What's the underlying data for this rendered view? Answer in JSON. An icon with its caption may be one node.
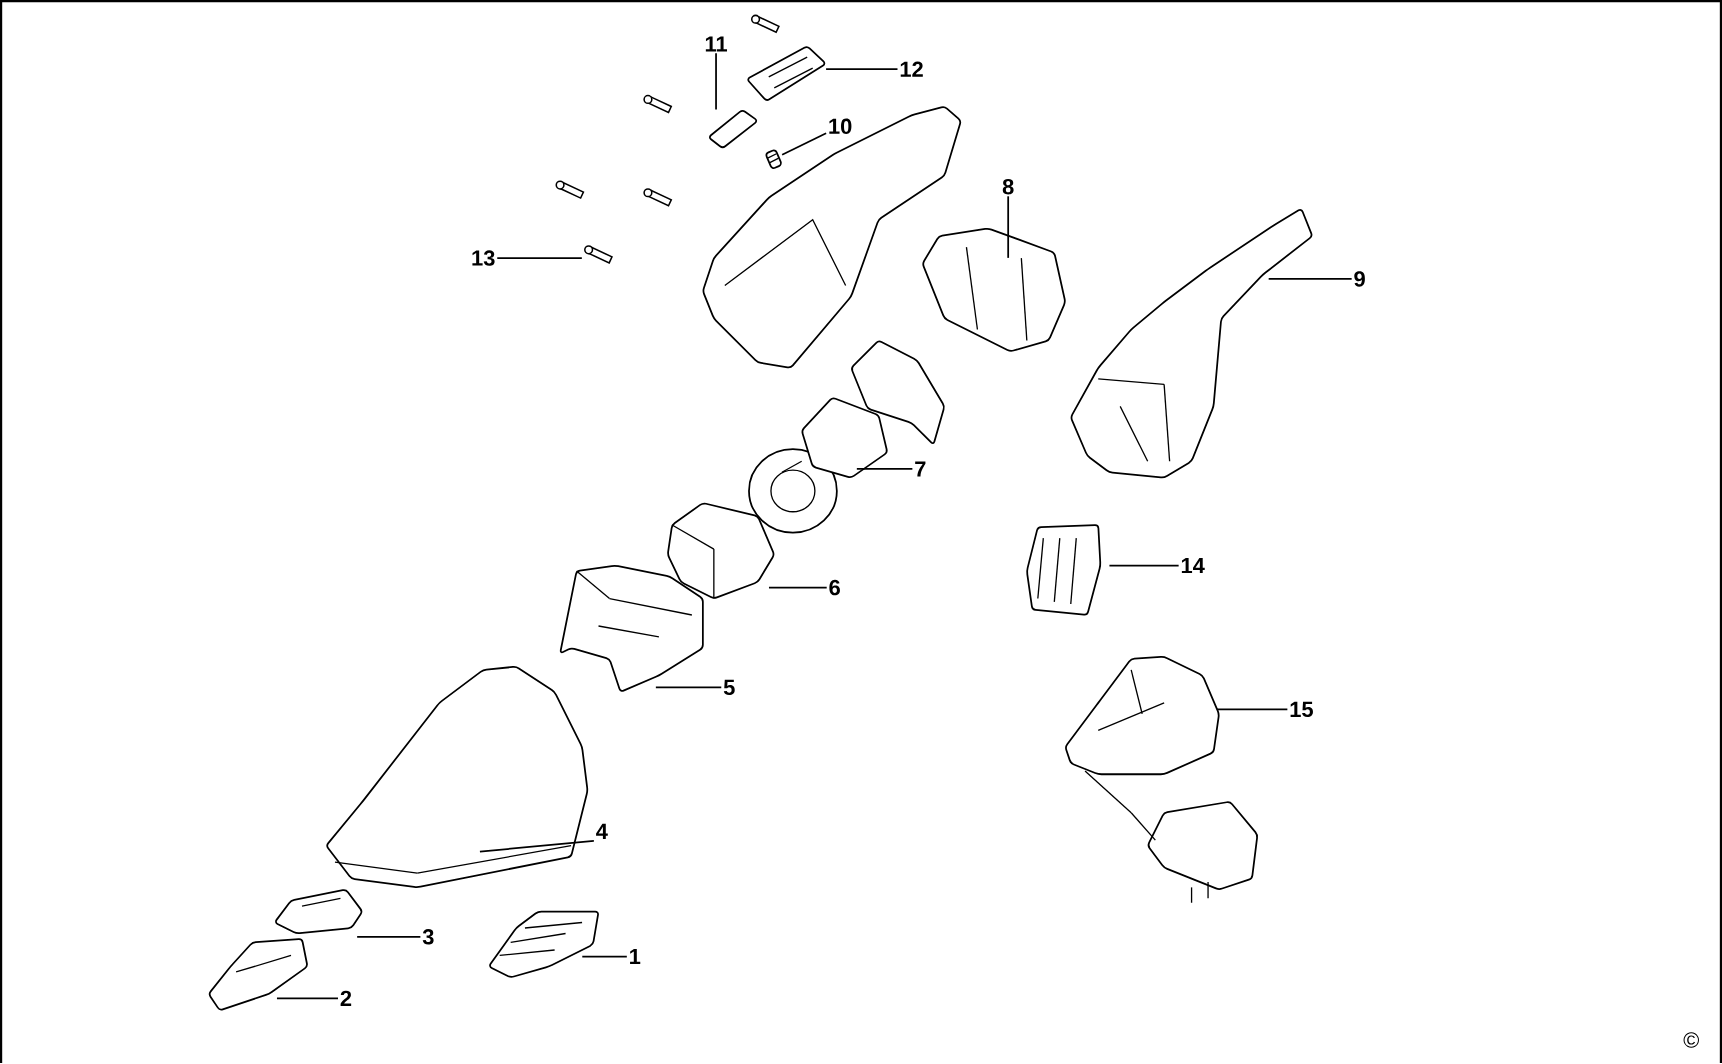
{
  "diagram": {
    "nodes": [
      {
        "text": [
          "11"
        ]
      },
      {
        "text": [],
        "shape": "picture"
      },
      {
        "text": [
          "12"
        ]
      },
      {
        "text": [],
        "shape": "picture"
      },
      {
        "text": [
          "10"
        ]
      },
      {
        "text": [],
        "shape": "picture"
      },
      {
        "text": [
          "13"
        ]
      },
      {
        "text": [],
        "shape": "picture"
      },
      {
        "text": [
          "8"
        ]
      },
      {
        "text": [],
        "shape": "picture"
      },
      {
        "text": [
          "9"
        ]
      },
      {
        "text": [],
        "shape": "picture"
      },
      {
        "text": [
          "7"
        ]
      },
      {
        "text": [],
        "shape": "picture"
      },
      {
        "text": [
          "14"
        ]
      },
      {
        "text": [],
        "shape": "picture"
      },
      {
        "text": [
          "6"
        ]
      },
      {
        "text": [],
        "shape": "picture"
      },
      {
        "text": [
          "5"
        ]
      },
      {
        "text": [],
        "shape": "picture"
      },
      {
        "text": [
          "15"
        ]
      },
      {
        "text": [],
        "shape": "picture"
      },
      {
        "text": [
          "4"
        ]
      },
      {
        "text": [],
        "shape": "picture"
      },
      {
        "text": [
          "3"
        ]
      },
      {
        "text": [],
        "shape": "picture"
      },
      {
        "text": [
          "1"
        ]
      },
      {
        "text": [],
        "shape": "picture"
      },
      {
        "text": [
          "2"
        ]
      },
      {
        "text": [],
        "shape": "picture"
      }
    ],
    "edges": [
      {
        "from": 0,
        "to": 1,
        "arrow": "none"
      },
      {
        "from": 2,
        "to": 3,
        "arrow": "none"
      },
      {
        "from": 4,
        "to": 5,
        "arrow": "none"
      },
      {
        "from": 6,
        "to": 7,
        "arrow": "none"
      },
      {
        "from": 8,
        "to": 9,
        "arrow": "none"
      },
      {
        "from": 10,
        "to": 11,
        "arrow": "none"
      },
      {
        "from": 12,
        "to": 13,
        "arrow": "none"
      },
      {
        "from": 14,
        "to": 15,
        "arrow": "none"
      },
      {
        "from": 16,
        "to": 17,
        "arrow": "none"
      },
      {
        "from": 18,
        "to": 19,
        "arrow": "none"
      },
      {
        "from": 20,
        "to": 21,
        "arrow": "none"
      },
      {
        "from": 22,
        "to": 23,
        "arrow": "none"
      },
      {
        "from": 24,
        "to": 25,
        "arrow": "none"
      },
      {
        "from": 26,
        "to": 27,
        "arrow": "none"
      },
      {
        "from": 28,
        "to": 29,
        "arrow": "none"
      }
    ],
    "labels": [
      "©"
    ]
  }
}
